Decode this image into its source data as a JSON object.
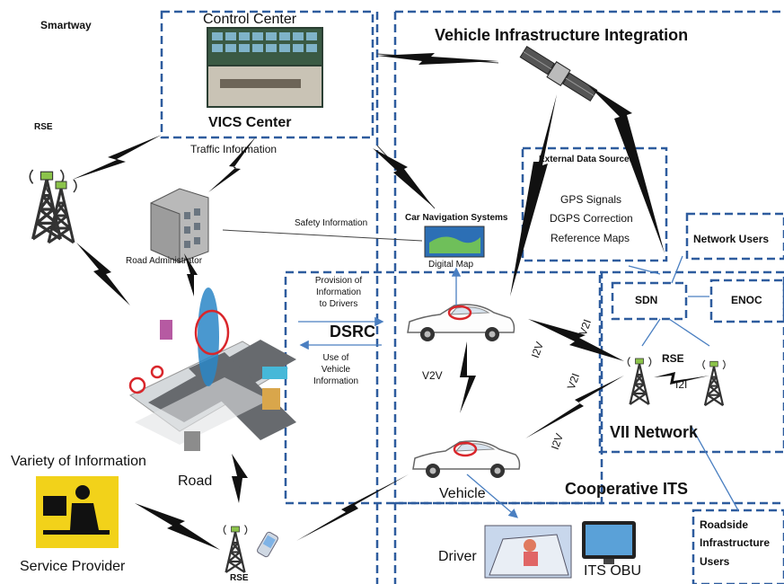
{
  "labels": {
    "smartway": "Smartway",
    "control_center": "Control Center",
    "vics_center": "VICS  Center",
    "traffic_information": "Traffic Information",
    "rse_top": "RSE",
    "road_administrator": "Road Administrator",
    "vii": "Vehicle Infrastructure Integration",
    "external_data_sources": "External Data Sources",
    "gps_signals": "GPS Signals",
    "dgps_correction": "DGPS Correction",
    "reference_maps": "Reference Maps",
    "network_users": "Network Users",
    "safety_information": "Safety Information",
    "car_navigation_systems": "Car Navigation Systems",
    "digital_map": "Digital Map",
    "provision_line1": "Provision of",
    "provision_line2": "Information",
    "provision_line3": "to Drivers",
    "dsrc": "DSRC",
    "use_line1": "Use of",
    "use_line2": "Vehicle",
    "use_line3": "Information",
    "sdn": "SDN",
    "enoc": "ENOC",
    "v2i_top": "V2I",
    "i2v_top": "I2V",
    "v2v": "V2V",
    "rse_right": "RSE",
    "i2i": "I2I",
    "v2i_bottom": "V2I",
    "i2v_bottom": "I2V",
    "vii_network": "VII Network",
    "variety_of_information": "Variety of Information",
    "road": "Road",
    "vehicle": "Vehicle",
    "cooperative_its": "Cooperative ITS",
    "service_provider": "Service Provider",
    "rse_bottom": "RSE",
    "driver": "Driver",
    "its_obu": "ITS OBU",
    "roadside_line1": "Roadside",
    "roadside_line2": "Infrastructure",
    "roadside_line3": "Users"
  },
  "colors": {
    "dashed_box": "#2e5c9e",
    "arrow_blue": "#4a7fc1",
    "lightning": "#111111",
    "highlight_ring": "#d9262b",
    "service_bg": "#f2d21a",
    "tower": "#333333",
    "tower_cap": "#8bc34a"
  },
  "icons": {
    "satellite": "satellite-icon",
    "tower": "radio-tower-icon",
    "building": "office-building-icon",
    "car": "car-icon",
    "monitor": "monitor-icon",
    "phone": "mobile-phone-icon",
    "operator": "operator-icon"
  }
}
